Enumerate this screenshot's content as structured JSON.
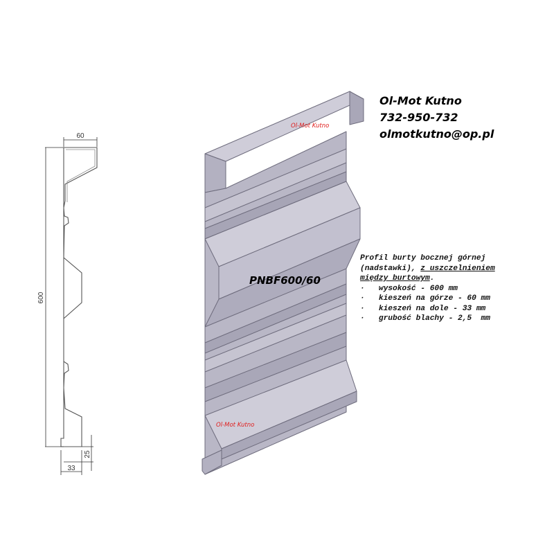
{
  "company": {
    "name": "Ol-Mot Kutno",
    "phone": "732-950-732",
    "email": "olmotkutno@op.pl"
  },
  "watermarks": [
    "Ol-Mot Kutno",
    "Ol-Mot Kutno"
  ],
  "product_label": "PNBF600/60",
  "description": {
    "line1": "Profil burty bocznej górnej",
    "line2a": "(nadstawki), ",
    "line2b": "z uszczelnieniem",
    "line3": "między burtowym",
    "line3_end": ".",
    "bullets": [
      "wysokość - 600 mm",
      "kieszeń na górze - 60 mm",
      "kieszeń na dole - 33 mm",
      "grubość blachy - 2,5  mm"
    ]
  },
  "dimensions": {
    "top_width": "60",
    "height": "600",
    "bottom_height": "25",
    "bottom_width": "33"
  },
  "colors": {
    "panel_face": "#b9b7c6",
    "panel_light": "#cfcdd9",
    "panel_dark": "#9896a8",
    "watermark": "#e0201f"
  }
}
